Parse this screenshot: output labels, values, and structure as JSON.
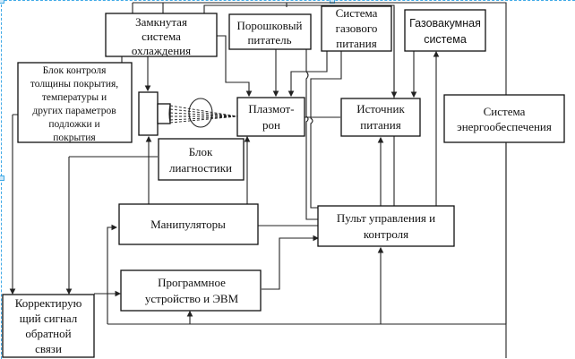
{
  "diagram": {
    "type": "block-diagram",
    "blocks": {
      "cooling": {
        "lines": [
          "Замкнутая",
          "система",
          "охлаждения"
        ]
      },
      "powder_feeder": {
        "lines": [
          "Порошковый",
          "питатель"
        ]
      },
      "gas_supply": {
        "lines": [
          "Система",
          "газового",
          "питания"
        ]
      },
      "gas_vacuum": {
        "lines": [
          "Газовакумная",
          "система"
        ]
      },
      "control_block": {
        "lines": [
          "Блок контроля",
          "толщины покрытия,",
          "температуры и",
          "других параметров",
          "подложки и",
          "покрытия"
        ]
      },
      "plasmatron": {
        "lines": [
          "Плазмот-",
          "рон"
        ]
      },
      "power_source": {
        "lines": [
          "Источник",
          "питания"
        ]
      },
      "energy_system": {
        "lines": [
          "Система",
          "энергообеспечения"
        ]
      },
      "diagnostics": {
        "lines": [
          "Блок",
          "лиагностики"
        ]
      },
      "manipulators": {
        "lines": [
          "Манипуляторы"
        ]
      },
      "control_panel": {
        "lines": [
          "Пульт управления и",
          "контроля"
        ]
      },
      "program_device": {
        "lines": [
          "Программное",
          "устройство и ЭВМ"
        ]
      },
      "feedback_signal": {
        "lines": [
          "Корректирую",
          "щий сигнал",
          "обратной",
          "связи"
        ]
      }
    },
    "colors": {
      "line": "#222222",
      "box_border": "#111111",
      "selection": "#3fa9e6"
    }
  }
}
